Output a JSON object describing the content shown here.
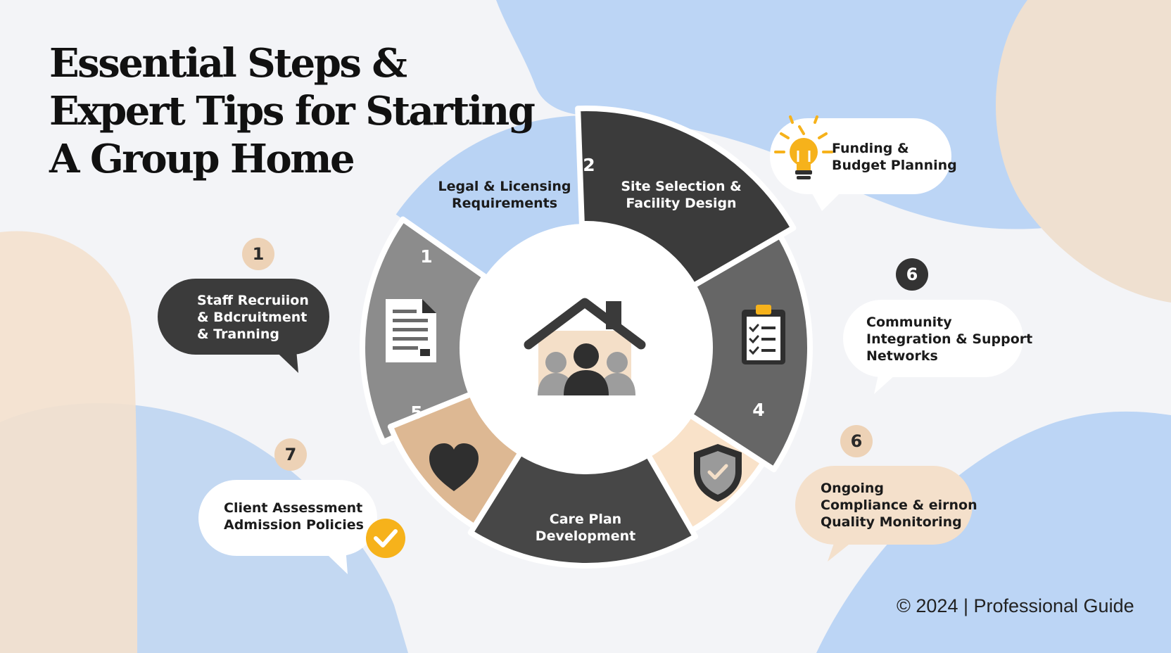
{
  "title": {
    "line1": "Essential Steps &",
    "line2": "Expert Tips for Starting",
    "line3": "A Group Home"
  },
  "wheel": {
    "segments": [
      {
        "number": "1",
        "lines": [
          "Legal & Licensing",
          "Requirements"
        ],
        "color": "#8c8c8c"
      },
      {
        "number": "2",
        "lines": [
          "Site Selection &",
          "Facility Design"
        ],
        "color": "#3b3b3b"
      },
      {
        "number": "",
        "lines": [],
        "color": "#666666"
      },
      {
        "number": "4",
        "lines": [],
        "color": "#f9e2c9"
      },
      {
        "number": "",
        "lines": [
          "Care Plan",
          "Development"
        ],
        "color": "#474747"
      },
      {
        "number": "5",
        "lines": [],
        "color": "#ddb893"
      }
    ],
    "center_icon": "group-home-icon",
    "segment_icons": [
      "document-icon",
      "checklist-clipboard-icon",
      "shield-check-icon",
      "heart-icon"
    ]
  },
  "callouts": [
    {
      "badge": "",
      "lines": [
        "Funding &",
        "Budget Planning"
      ],
      "icon": "lightbulb-icon"
    },
    {
      "badge": "1",
      "lines": [
        "Staff Recruiion",
        "& Bdcruitment",
        "& Tranning"
      ]
    },
    {
      "badge": "6",
      "lines": [
        "Community",
        "Integration & Support",
        "Networks"
      ]
    },
    {
      "badge": "6",
      "lines": [
        "Ongoing",
        "Compliance & eirnon",
        "Quality Monitoring"
      ]
    },
    {
      "badge": "7",
      "lines": [
        "Client Assessment",
        "Admission Policies"
      ],
      "icon": "check-circle-icon"
    }
  ],
  "colors": {
    "accent_blue": "#b9d3f4",
    "peach": "#f4e0cb",
    "dark": "#3b3b3b",
    "gold": "#f6b21b"
  },
  "footer": "© 2024 | Professional Guide"
}
